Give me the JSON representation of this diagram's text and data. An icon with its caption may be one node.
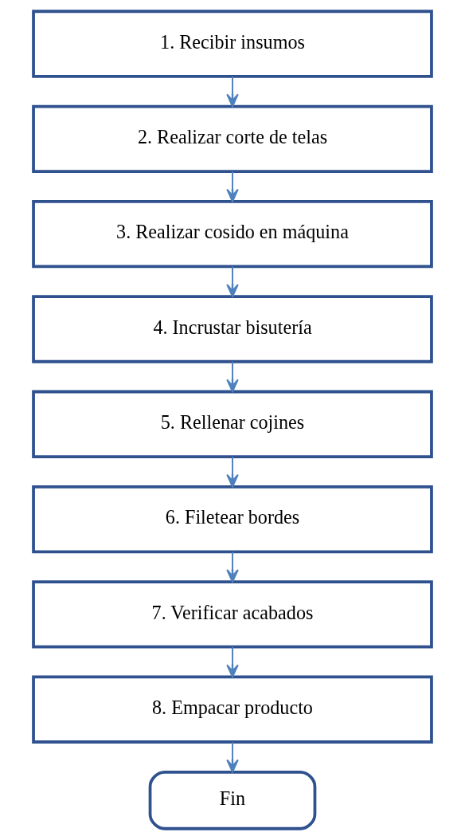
{
  "diagram": {
    "nodes": [
      {
        "text": [
          "1. Recibir insumos"
        ]
      },
      {
        "text": [
          "2. Realizar corte de telas"
        ]
      },
      {
        "text": [
          "3. Realizar cosido en máquina"
        ]
      },
      {
        "text": [
          "4. Incrustar bisutería"
        ]
      },
      {
        "text": [
          "5. Rellenar cojines"
        ]
      },
      {
        "text": [
          "6. Filetear bordes"
        ]
      },
      {
        "text": [
          "7. Verificar acabados"
        ]
      },
      {
        "text": [
          "8. Empacar producto"
        ]
      },
      {
        "text": [
          "Fin"
        ]
      }
    ],
    "edges": [
      {
        "from": 0,
        "to": 1,
        "arrow": "to"
      },
      {
        "from": 1,
        "to": 2,
        "arrow": "to"
      },
      {
        "from": 2,
        "to": 3,
        "arrow": "to"
      },
      {
        "from": 3,
        "to": 4,
        "arrow": "to"
      },
      {
        "from": 4,
        "to": 5,
        "arrow": "to"
      },
      {
        "from": 5,
        "to": 6,
        "arrow": "to"
      },
      {
        "from": 6,
        "to": 7,
        "arrow": "to"
      },
      {
        "from": 7,
        "to": 8,
        "arrow": "to"
      }
    ]
  }
}
